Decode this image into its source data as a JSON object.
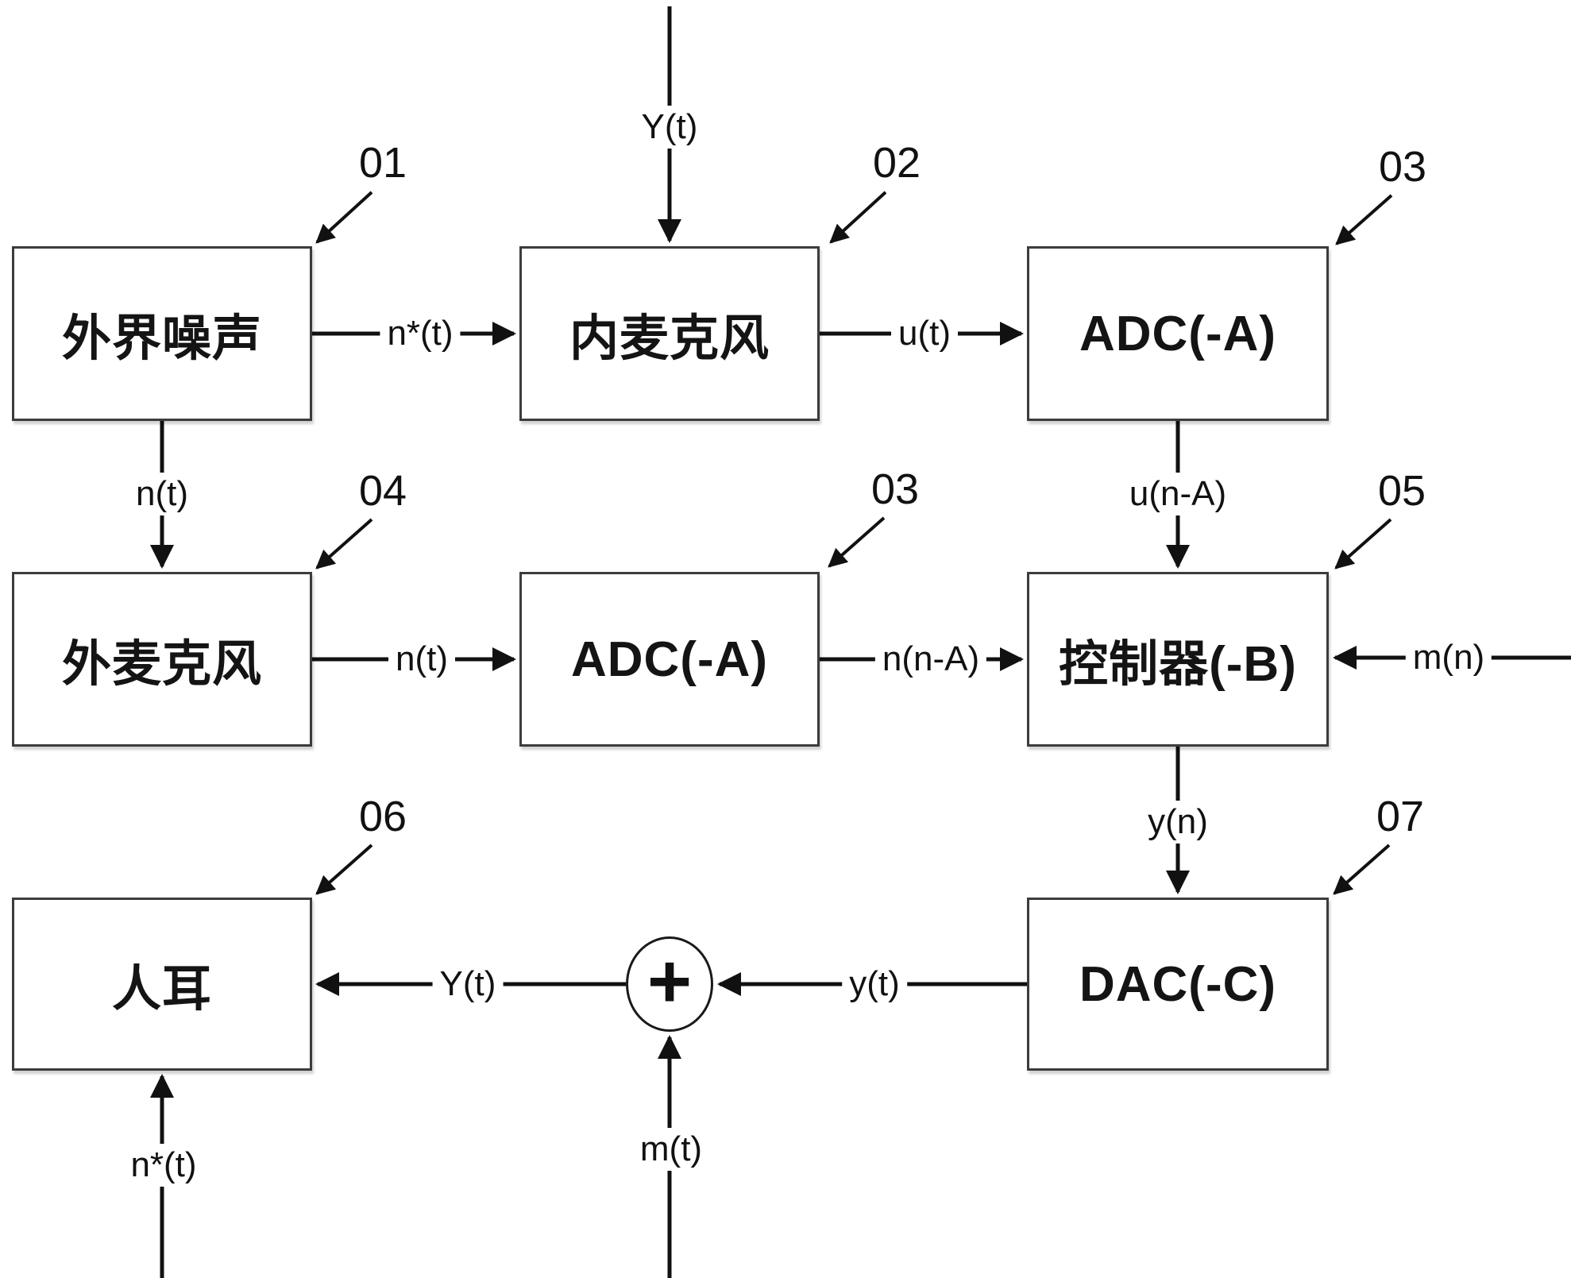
{
  "diagram": {
    "title_hint": "active-noise-control-block-diagram",
    "colors": {
      "background": "#ffffff",
      "wire": "#111111",
      "box_border": "#3c3c3c",
      "text": "#141414"
    },
    "sum_symbol": "+",
    "boxes": [
      {
        "id": "external-noise",
        "label": "外界噪声",
        "ref": "01"
      },
      {
        "id": "inner-mic",
        "label": "内麦克风",
        "ref": "02"
      },
      {
        "id": "adc-upper",
        "label": "ADC(-A)",
        "ref": "03"
      },
      {
        "id": "outer-mic",
        "label": "外麦克风",
        "ref": "04"
      },
      {
        "id": "adc-lower",
        "label": "ADC(-A)",
        "ref": "03"
      },
      {
        "id": "controller",
        "label": "控制器(-B)",
        "ref": "05"
      },
      {
        "id": "human-ear",
        "label": "人耳",
        "ref": "06"
      },
      {
        "id": "dac",
        "label": "DAC(-C)",
        "ref": "07"
      }
    ],
    "signals": {
      "y_t_in": "Y(t)",
      "n_star_to_inner_mic": "n*(t)",
      "u_t": "u(t)",
      "n_t_to_outer_mic": "n(t)",
      "u_n_minus_a": "u(n-A)",
      "n_t_to_adc": "n(t)",
      "n_n_minus_a": "n(n-A)",
      "m_n": "m(n)",
      "y_n": "y(n)",
      "y_t": "y(t)",
      "y_t_to_ear": "Y(t)",
      "m_t": "m(t)",
      "n_star_to_ear": "n*(t)"
    }
  }
}
